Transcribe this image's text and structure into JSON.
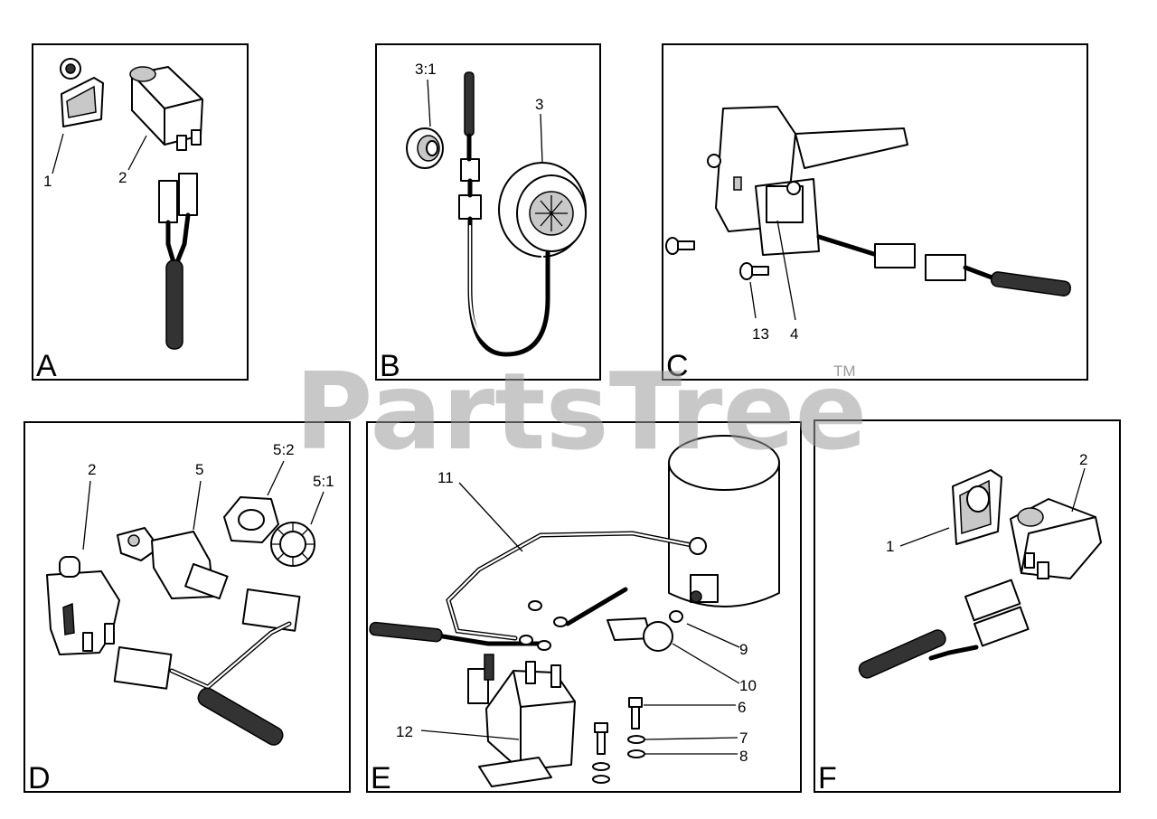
{
  "watermark": {
    "text": "PartsTree",
    "trademark": "TM"
  },
  "panels": {
    "A": {
      "label": "A",
      "callouts": [
        "1",
        "2"
      ]
    },
    "B": {
      "label": "B",
      "callouts": [
        "3:1",
        "3"
      ]
    },
    "C": {
      "label": "C",
      "callouts": [
        "13",
        "4"
      ]
    },
    "D": {
      "label": "D",
      "callouts": [
        "2",
        "5",
        "5:2",
        "5:1"
      ]
    },
    "E": {
      "label": "E",
      "callouts": [
        "11",
        "9",
        "10",
        "6",
        "7",
        "8",
        "12"
      ]
    },
    "F": {
      "label": "F",
      "callouts": [
        "1",
        "2"
      ]
    }
  }
}
